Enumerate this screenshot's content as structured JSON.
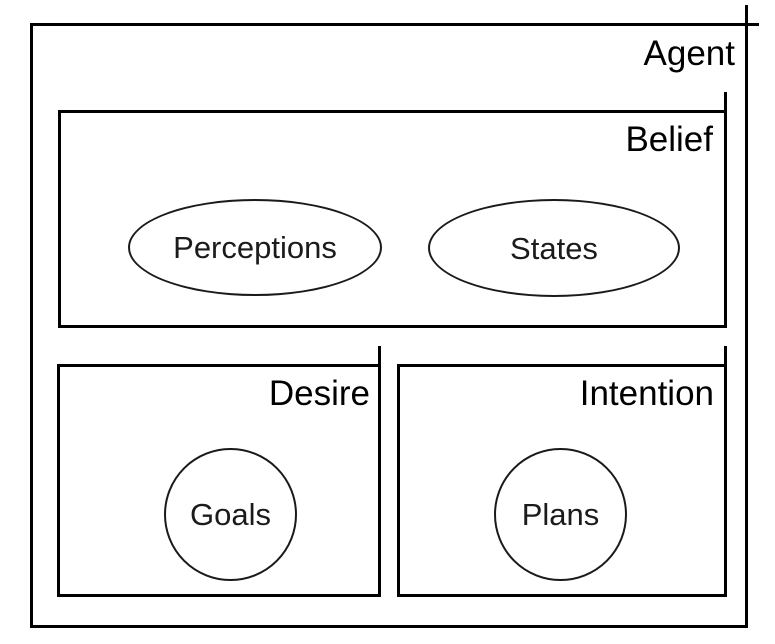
{
  "diagram": {
    "title": "Agent",
    "type": "nested-box-diagram",
    "stroke_color": "#000000",
    "background_color": "#ffffff"
  },
  "agent": {
    "label": "Agent",
    "sections": {
      "belief": {
        "label": "Belief",
        "nodes": [
          {
            "label": "Perceptions",
            "shape": "ellipse"
          },
          {
            "label": "States",
            "shape": "ellipse"
          }
        ]
      },
      "desire": {
        "label": "Desire",
        "nodes": [
          {
            "label": "Goals",
            "shape": "circle"
          }
        ]
      },
      "intention": {
        "label": "Intention",
        "nodes": [
          {
            "label": "Plans",
            "shape": "circle"
          }
        ]
      }
    }
  }
}
